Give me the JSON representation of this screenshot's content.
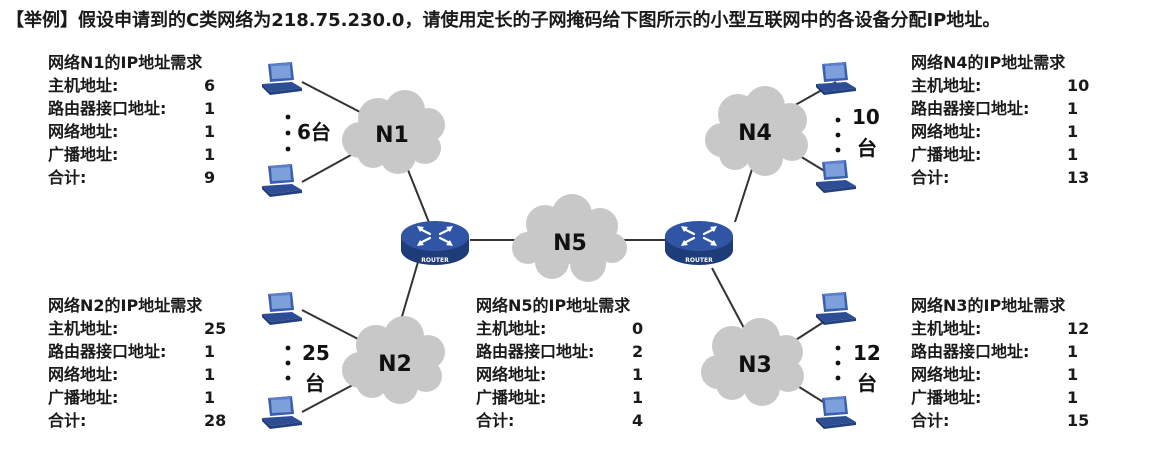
{
  "title": "【举例】假设申请到的C类网络为218.75.230.0，请使用定长的子网掩码给下图所示的小型互联网中的各设备分配IP地址。",
  "requirements": {
    "n1": {
      "heading": "网络N1的IP地址需求",
      "rows": [
        {
          "label": "主机地址:",
          "value": "6"
        },
        {
          "label": "路由器接口地址:",
          "value": "1"
        },
        {
          "label": "网络地址:",
          "value": "1"
        },
        {
          "label": "广播地址:",
          "value": "1"
        },
        {
          "label": "合计:",
          "value": "9"
        }
      ]
    },
    "n2": {
      "heading": "网络N2的IP地址需求",
      "rows": [
        {
          "label": "主机地址:",
          "value": "25"
        },
        {
          "label": "路由器接口地址:",
          "value": "1"
        },
        {
          "label": "网络地址:",
          "value": "1"
        },
        {
          "label": "广播地址:",
          "value": "1"
        },
        {
          "label": "合计:",
          "value": "28"
        }
      ]
    },
    "n5": {
      "heading": "网络N5的IP地址需求",
      "rows": [
        {
          "label": "主机地址:",
          "value": "0"
        },
        {
          "label": "路由器接口地址:",
          "value": "2"
        },
        {
          "label": "网络地址:",
          "value": "1"
        },
        {
          "label": "广播地址:",
          "value": "1"
        },
        {
          "label": "合计:",
          "value": "4"
        }
      ]
    },
    "n4": {
      "heading": "网络N4的IP地址需求",
      "rows": [
        {
          "label": "主机地址:",
          "value": "10"
        },
        {
          "label": "路由器接口地址:",
          "value": "1"
        },
        {
          "label": "网络地址:",
          "value": "1"
        },
        {
          "label": "广播地址:",
          "value": "1"
        },
        {
          "label": "合计:",
          "value": "13"
        }
      ]
    },
    "n3": {
      "heading": "网络N3的IP地址需求",
      "rows": [
        {
          "label": "主机地址:",
          "value": "12"
        },
        {
          "label": "路由器接口地址:",
          "value": "1"
        },
        {
          "label": "网络地址:",
          "value": "1"
        },
        {
          "label": "广播地址:",
          "value": "1"
        },
        {
          "label": "合计:",
          "value": "15"
        }
      ]
    }
  },
  "networks": {
    "n1": {
      "label": "N1",
      "count": "6台"
    },
    "n2": {
      "label": "N2",
      "count_num": "25",
      "count_unit": "台"
    },
    "n3": {
      "label": "N3",
      "count_num": "12",
      "count_unit": "台"
    },
    "n4": {
      "label": "N4",
      "count_num": "10",
      "count_unit": "台"
    },
    "n5": {
      "label": "N5"
    }
  },
  "routers": {
    "left_label": "ROUTER",
    "right_label": "ROUTER"
  },
  "colors": {
    "cloud": "#c8c8c8",
    "router": "#2f55a4",
    "router_dark": "#1f3c7a",
    "pc": "#3b5fae",
    "line": "#333333"
  }
}
